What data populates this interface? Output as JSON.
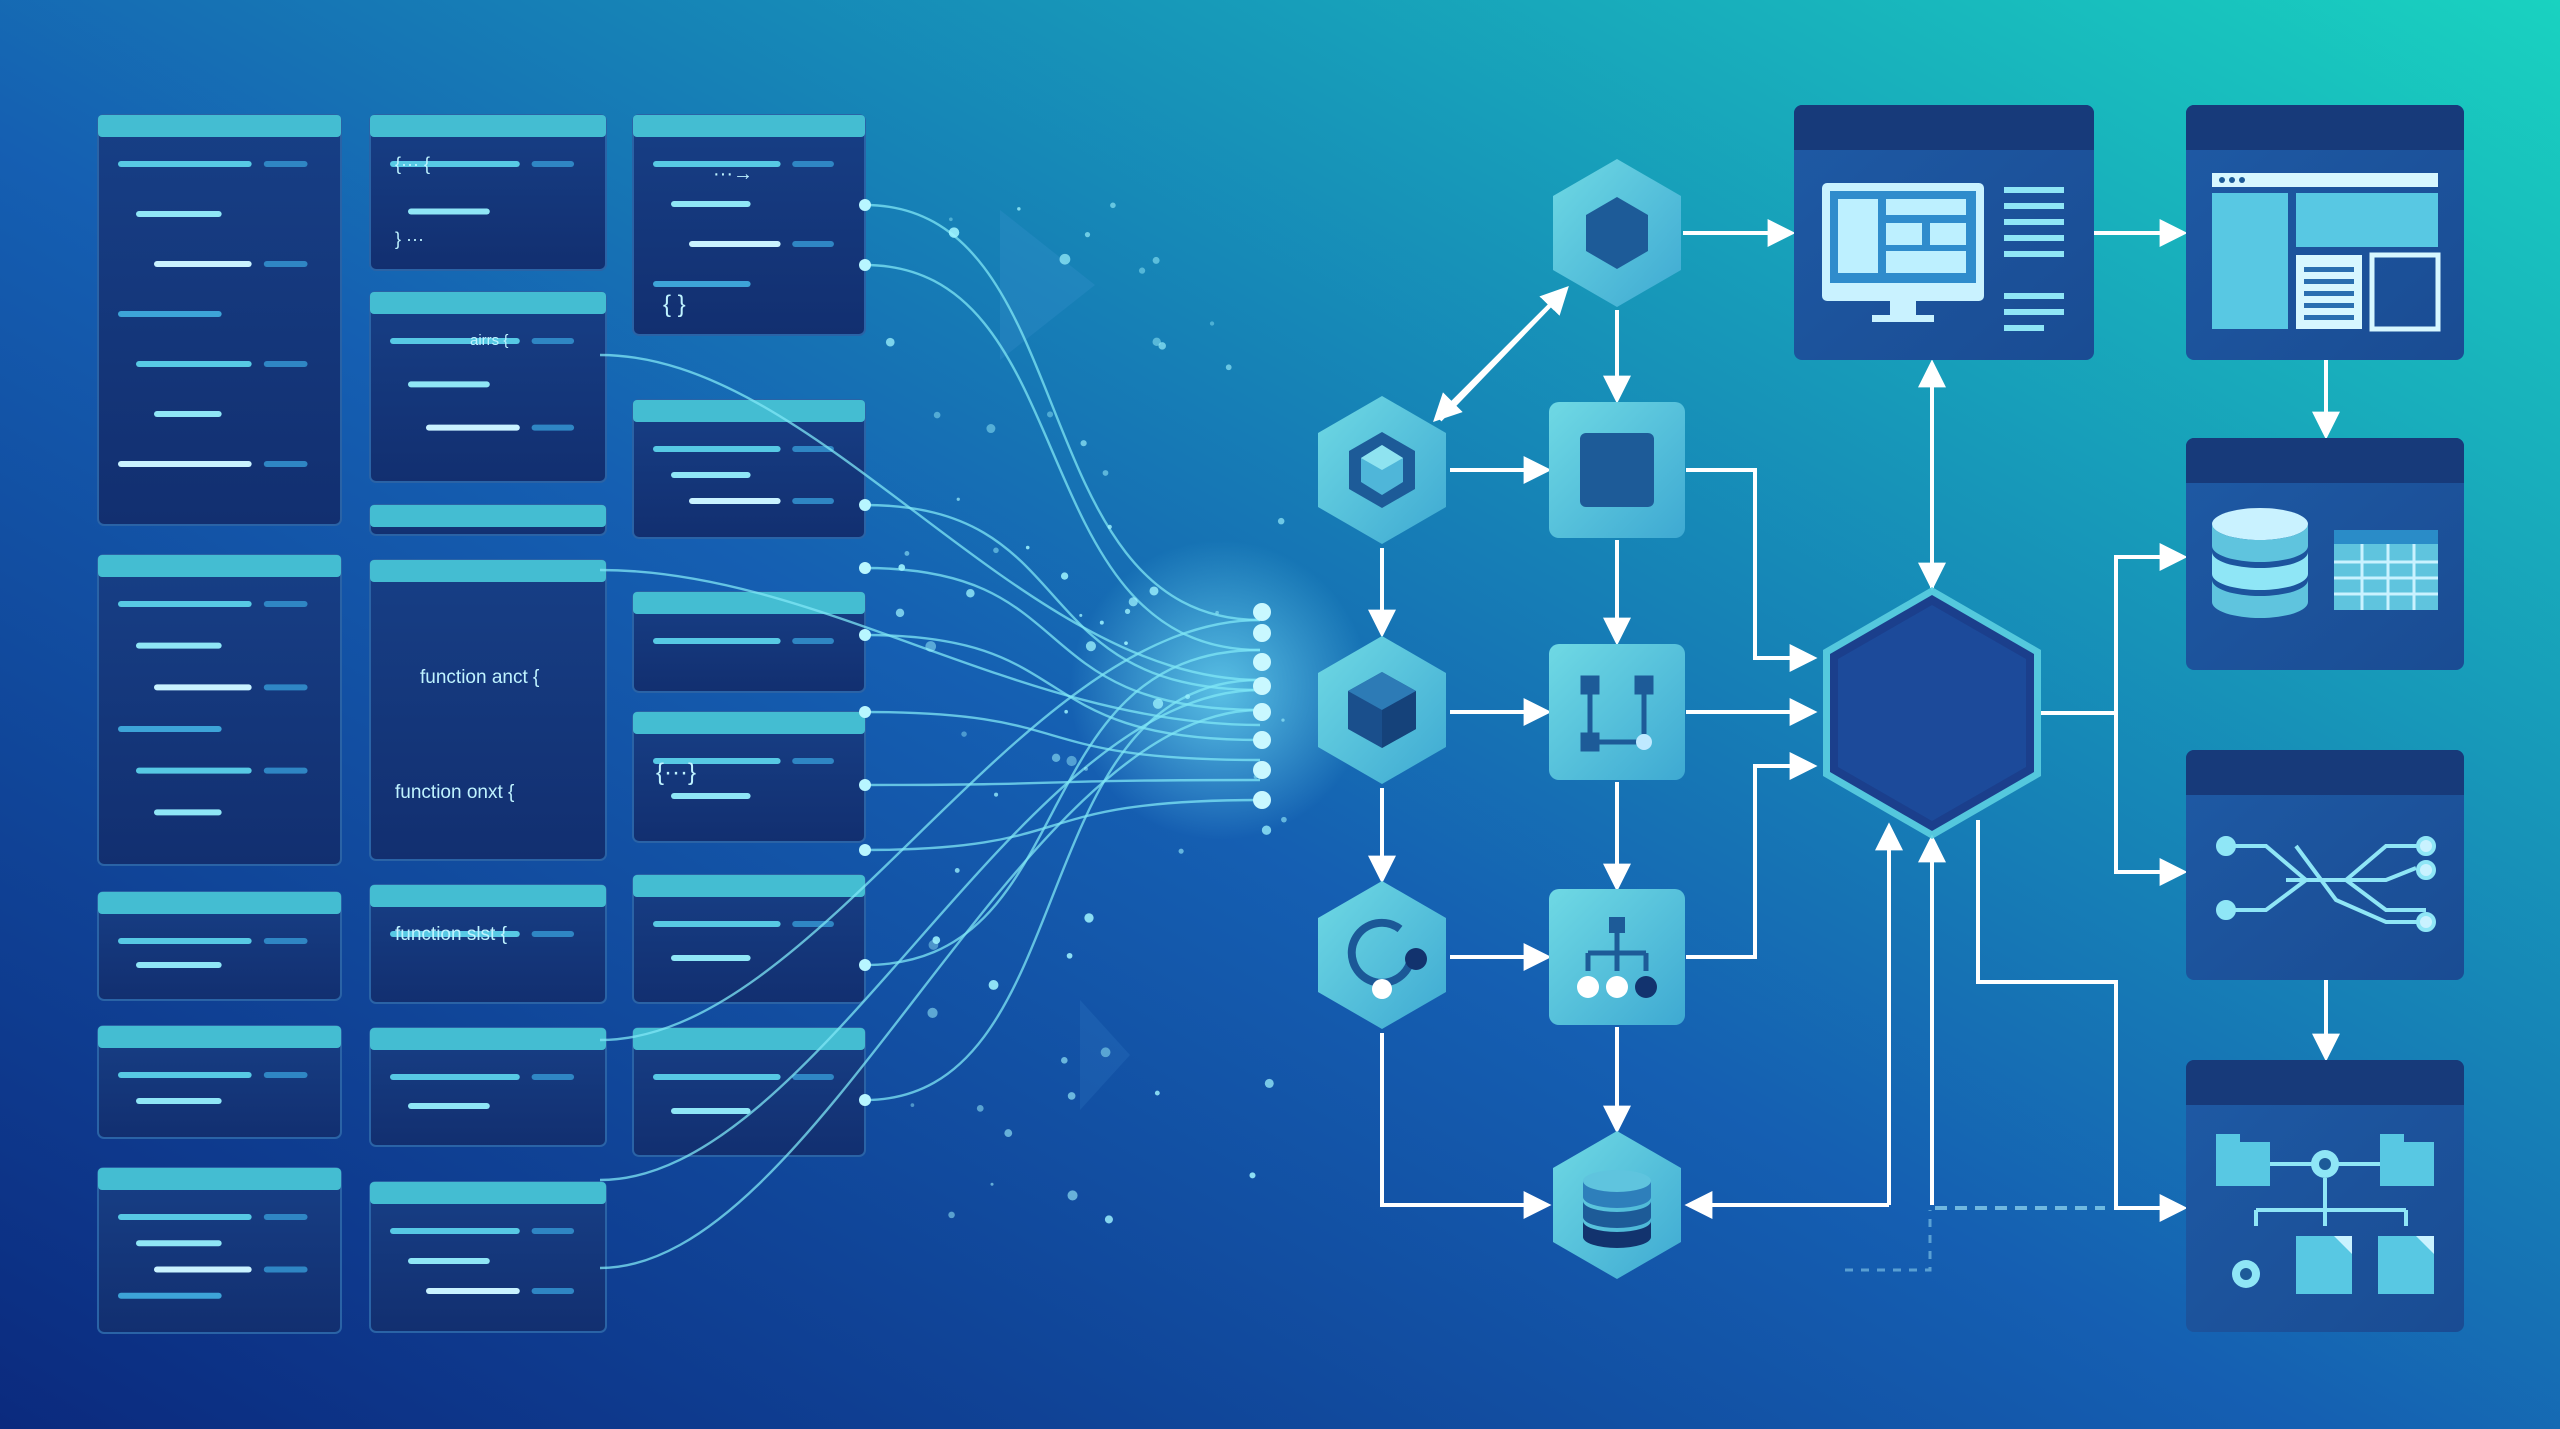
{
  "colors": {
    "bg_start": "#0d2f86",
    "bg_end": "#18c9bd",
    "panel": "#173e7f",
    "panel_header": "#49c6d2",
    "node_light": "#51c7d8",
    "node_dark": "#1a5a93",
    "line": "#ffffff",
    "text": "#ffffff"
  },
  "code_cards": {
    "function_labels": [
      "airrs {",
      "function anct {",
      "function onxt {",
      "function slst {"
    ],
    "symbol_labels": [
      "{··· {",
      "} ···",
      "{ }",
      "{···}",
      "···→"
    ]
  },
  "diagram": {
    "hub_label": "",
    "panels": [
      "monitor-panel",
      "browser-panel",
      "database-panel",
      "routing-panel",
      "file-tree-panel"
    ],
    "nodes": [
      "hex-top",
      "hex-left",
      "hex-middle",
      "hex-refresh",
      "square-top",
      "square-flow",
      "square-tree",
      "database-node",
      "central-hub"
    ]
  }
}
